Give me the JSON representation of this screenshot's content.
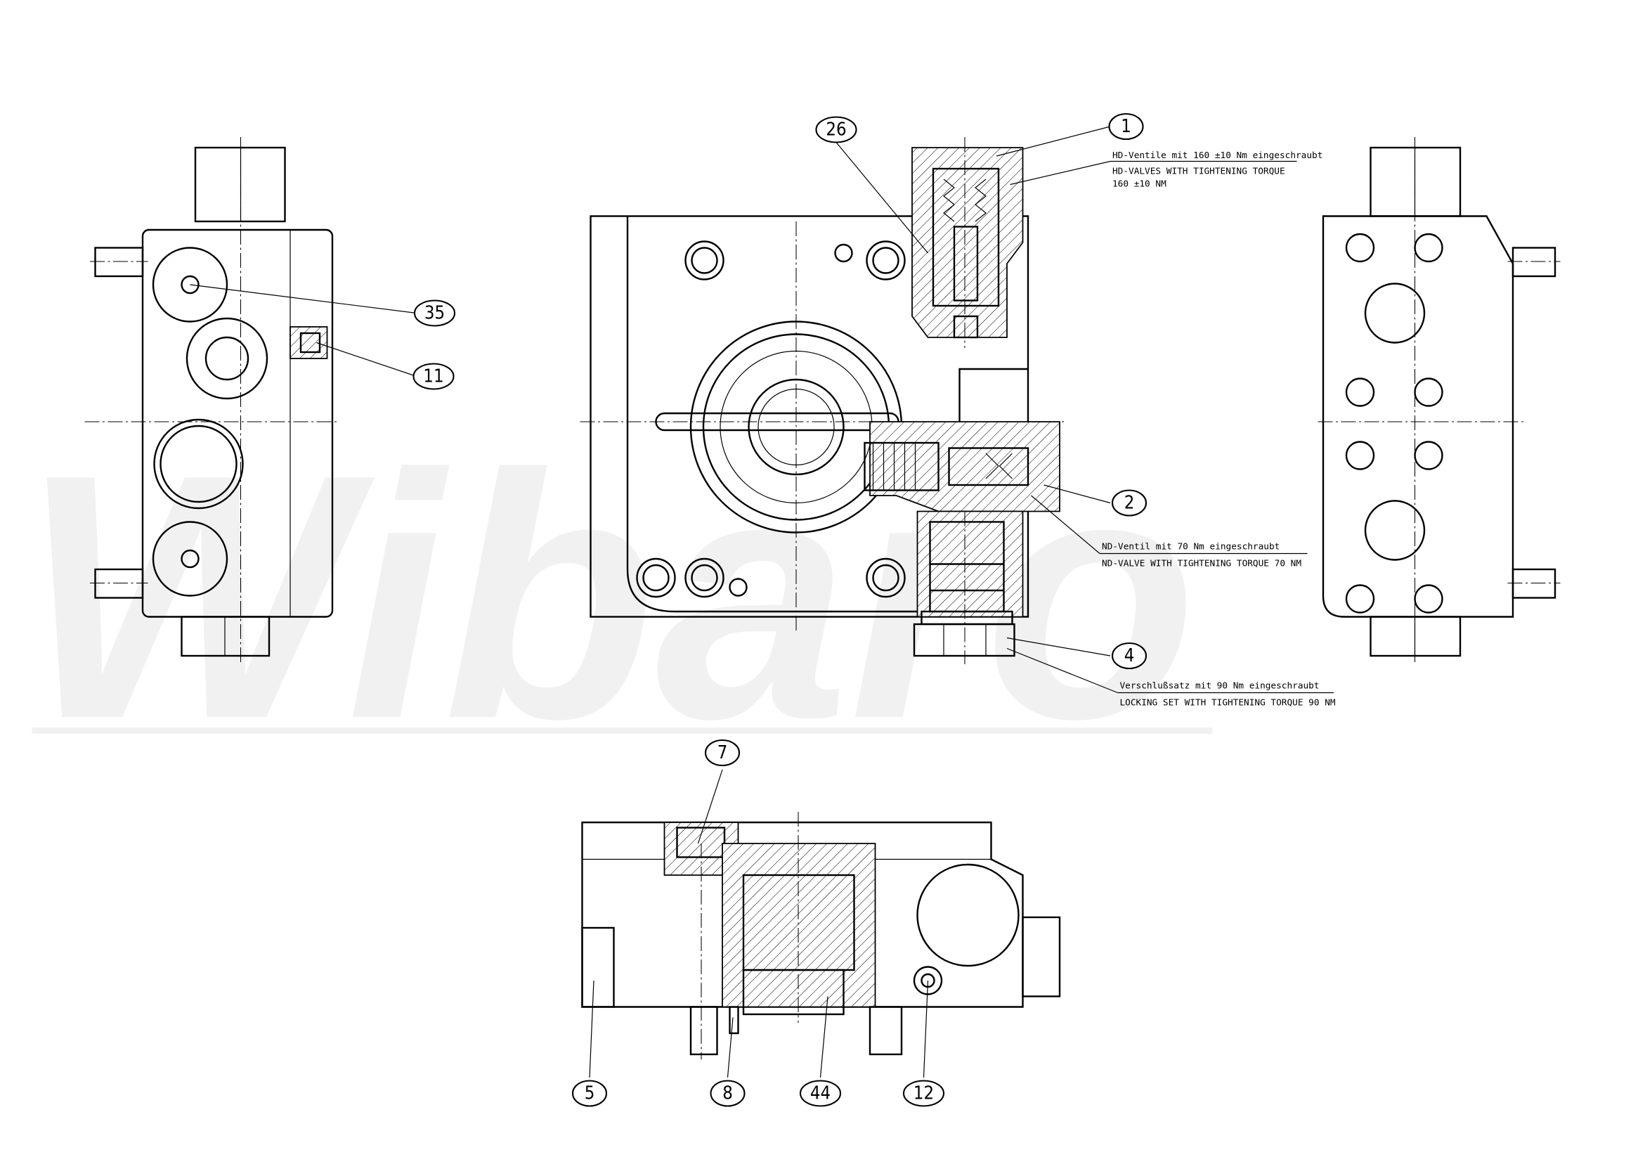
{
  "watermark": "Wibaro",
  "balloons": {
    "b1": "1",
    "b26": "26",
    "b35": "35",
    "b11": "11",
    "b2": "2",
    "b4": "4",
    "b7": "7",
    "b5": "5",
    "b8": "8",
    "b44": "44",
    "b12": "12"
  },
  "notes": {
    "hd_de": "HD-Ventile mit 160 ±10 Nm eingeschraubt",
    "hd_en1": "HD-VALVES WITH TIGHTENING TORQUE",
    "hd_en2": "160 ±10 NM",
    "nd_de": "ND-Ventil mit 70 Nm eingeschraubt",
    "nd_en": "ND-VALVE WITH TIGHTENING TORQUE 70 NM",
    "ls_de": "Verschlußsatz mit 90 Nm eingeschraubt",
    "ls_en": "LOCKING SET WITH TIGHTENING TORQUE 90 NM"
  }
}
